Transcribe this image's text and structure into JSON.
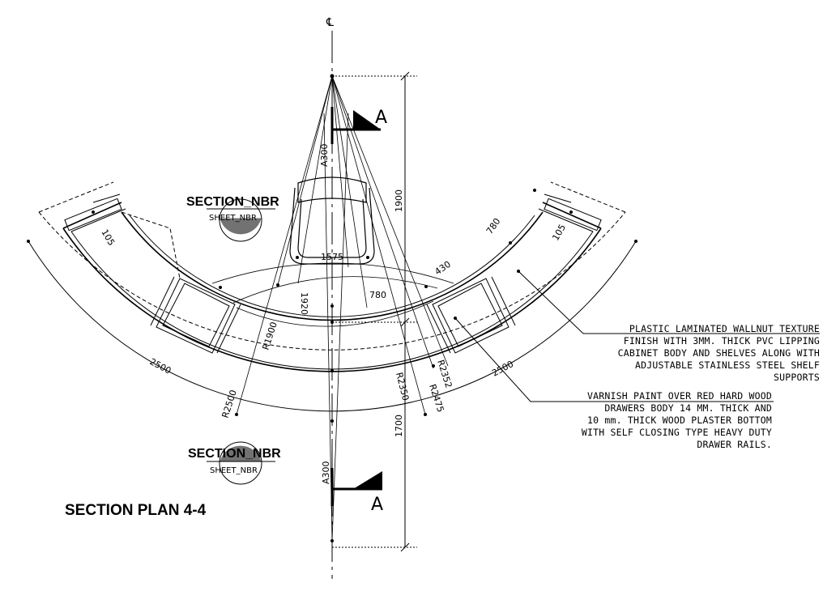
{
  "drawing": {
    "title": "SECTION PLAN 4-4",
    "centerline_symbol": "℄",
    "section_marker_letter": "A",
    "callouts": [
      {
        "section": "SECTION_NBR",
        "sheet": "SHEET_NBR"
      },
      {
        "section": "SECTION_NBR",
        "sheet": "SHEET_NBR"
      }
    ],
    "notes": {
      "laminate": [
        "PLASTIC LAMINATED WALLNUT TEXTURE",
        "FINISH WITH 3MM. THICK PVC LIPPING",
        "CABINET BODY AND SHELVES ALONG WITH",
        "ADJUSTABLE STAINLESS STEEL SHELF",
        "SUPPORTS"
      ],
      "varnish": [
        "VARNISH PAINT OVER RED HARD WOOD",
        "DRAWERS BODY 14 MM. THICK AND",
        "10 mm. THICK WOOD PLASTER BOTTOM",
        "WITH SELF CLOSING TYPE HEAVY DUTY",
        "DRAWER RAILS."
      ]
    },
    "dimensions": {
      "v_upper": "1900",
      "v_lower": "1700",
      "a300_top": "A300",
      "a300_bottom": "A300",
      "r1900": "R1900",
      "r2500": "R2500",
      "r2350": "R2350",
      "r2475": "R2475",
      "r2352": "R2352",
      "d1575": "1575",
      "d1920": "1920",
      "d780_mid": "780",
      "d780_right": "780",
      "d430": "430",
      "d105_left": "105",
      "d105_right": "105",
      "d2500_left": "2500",
      "d2500_right": "2500"
    }
  }
}
